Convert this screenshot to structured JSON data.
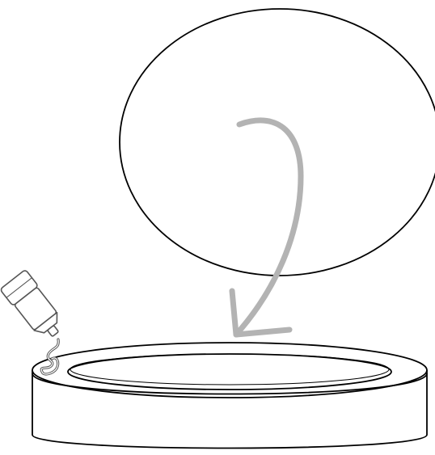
{
  "colors": {
    "background": "#ffffff",
    "outline": "#000000",
    "arrow": "#b3b3b3",
    "glue_bottle_outline": "#555555"
  },
  "elements": {
    "circle": "blank-circle",
    "arrow": "curved-down-arrow",
    "container": "round-tray",
    "glue": "glue-bottle-icon"
  }
}
